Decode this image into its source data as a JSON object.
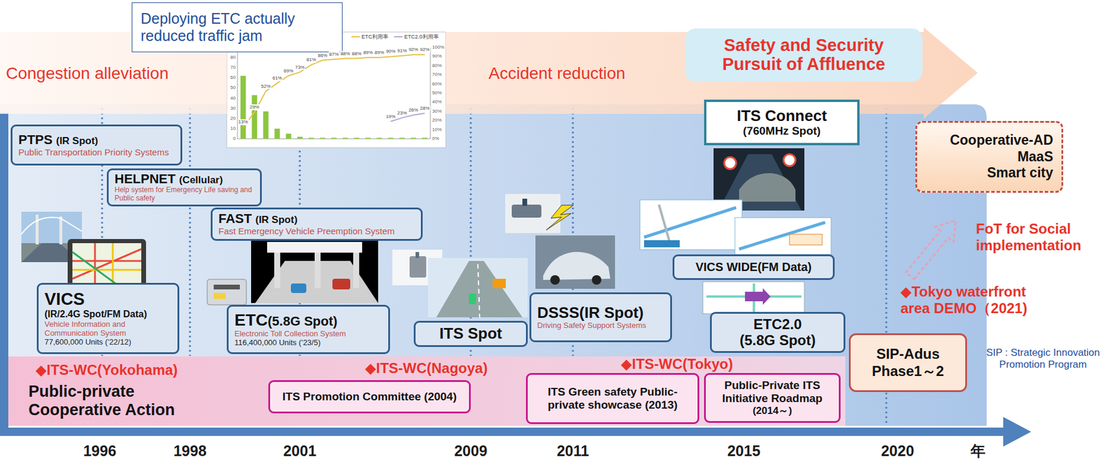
{
  "diagram": {
    "nodes": [
      {
        "text": [
          "Deploying ETC actually reduced traffic jam"
        ]
      },
      {
        "text": [
          "Congestion alleviation",
          "Accident reduction"
        ]
      },
      {
        "text": [
          "Safety and Security",
          "Pursuit of Affluence"
        ],
        "in": 1
      },
      {
        "text": [
          "PTPS",
          "(IR Spot)",
          "Public Transportation Priority Systems"
        ]
      },
      {
        "text": [
          "HELPNET",
          "(Cellular)",
          "Help system for Emergency Life saving and Public safety"
        ]
      },
      {
        "text": [
          "FAST",
          "(IR Spot)",
          "Fast Emergency Vehicle Preemption System"
        ]
      },
      {
        "text": [
          "VICS",
          "(IR/2.4G Spot/FM Data)",
          "Vehicle Information and Communication System",
          "77,600,000 Units (’22/12)"
        ]
      },
      {
        "text": [
          "ETC",
          "(5.8G Spot)",
          "Electronic Toll Collection System",
          "116,400,000 Units (’23/5)"
        ]
      },
      {
        "text": [
          "ITS Spot"
        ]
      },
      {
        "text": [
          "DSSS(IR Spot)",
          "Driving Safety Support Systems"
        ]
      },
      {
        "text": [
          "ITS Connect",
          "(760MHz Spot)"
        ]
      },
      {
        "text": [
          "VICS WIDE(FM Data)"
        ]
      },
      {
        "text": [
          "ETC2.0",
          "(5.8G Spot)"
        ]
      },
      {
        "text": [
          "SIP-Adus Phase1～2"
        ]
      },
      {
        "text": [
          "Cooperative-AD",
          "MaaS",
          "Smart city"
        ]
      },
      {
        "text": [
          "◆ITS-WC(Yokohama)",
          "Public-private Cooperative Action",
          "◆ITS-WC(Nagoya)",
          "◆ITS-WC(Tokyo)"
        ]
      },
      {
        "text": [
          "ITS Promotion Committee (2004)"
        ],
        "in": 15
      },
      {
        "text": [
          "ITS Green safety Public-private showcase (2013)"
        ],
        "in": 15
      },
      {
        "text": [
          "Public-Private ITS Initiative Roadmap",
          "(2014～)"
        ],
        "in": 15
      }
    ],
    "labels": [
      "0",
      "10",
      "20",
      "30",
      "40",
      "50",
      "60",
      "70",
      "80",
      "0%",
      "10%",
      "20%",
      "30%",
      "40%",
      "50%",
      "60%",
      "70%",
      "80%",
      "90%",
      "100%",
      "13%",
      "29%",
      "52%",
      "61%",
      "69%",
      "73%",
      "81%",
      "86%",
      "87%",
      "88%",
      "88%",
      "89%",
      "89%",
      "90%",
      "91%",
      "92%",
      "92%",
      "19%",
      "23%",
      "26%",
      "28%",
      "◆Tokyo waterfront area DEMO（2021)",
      "FoT for Social implementation",
      "SIP : Strategic Innovation Promotion Program",
      "1996",
      "1998",
      "2001",
      "2009",
      "2011",
      "2015",
      "2020",
      "年"
    ],
    "legend": [
      {
        "text": "ETC利用率"
      },
      {
        "text": "ETC2.0利用率"
      }
    ]
  }
}
